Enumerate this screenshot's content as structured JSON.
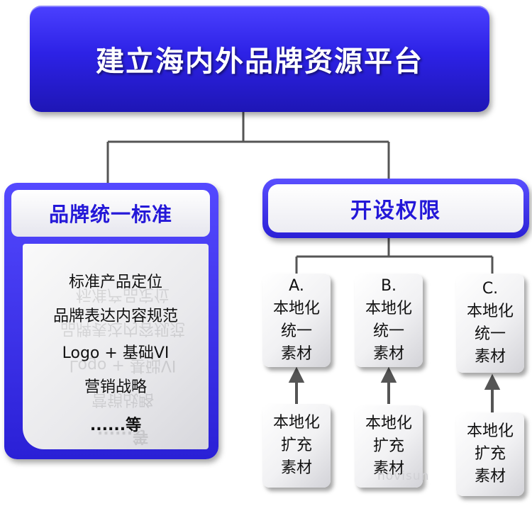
{
  "diagram": {
    "title": "建立海内外品牌资源平台",
    "standard": {
      "heading": "品牌统一标准",
      "items": [
        "标准产品定位",
        "品牌表达内容规范",
        "Logo + 基础VI",
        "营销战略",
        "......等"
      ]
    },
    "permissions": {
      "heading": "开设权限",
      "columns": [
        {
          "top_lines": [
            "A.",
            "本地化",
            "统一",
            "素材"
          ],
          "bottom_lines": [
            "本地化",
            "扩充",
            "素材"
          ]
        },
        {
          "top_lines": [
            "B.",
            "本地化",
            "统一",
            "素材"
          ],
          "bottom_lines": [
            "本地化",
            "扩充",
            "素材"
          ]
        },
        {
          "top_lines": [
            "C.",
            "本地化",
            "统一",
            "素材"
          ],
          "bottom_lines": [
            "本地化",
            "扩充",
            "素材"
          ]
        }
      ]
    },
    "watermark": "novisun"
  },
  "colors": {
    "primary_blue": "#2d22e6",
    "heading_text": "#2418d8",
    "connector": "#555555"
  }
}
